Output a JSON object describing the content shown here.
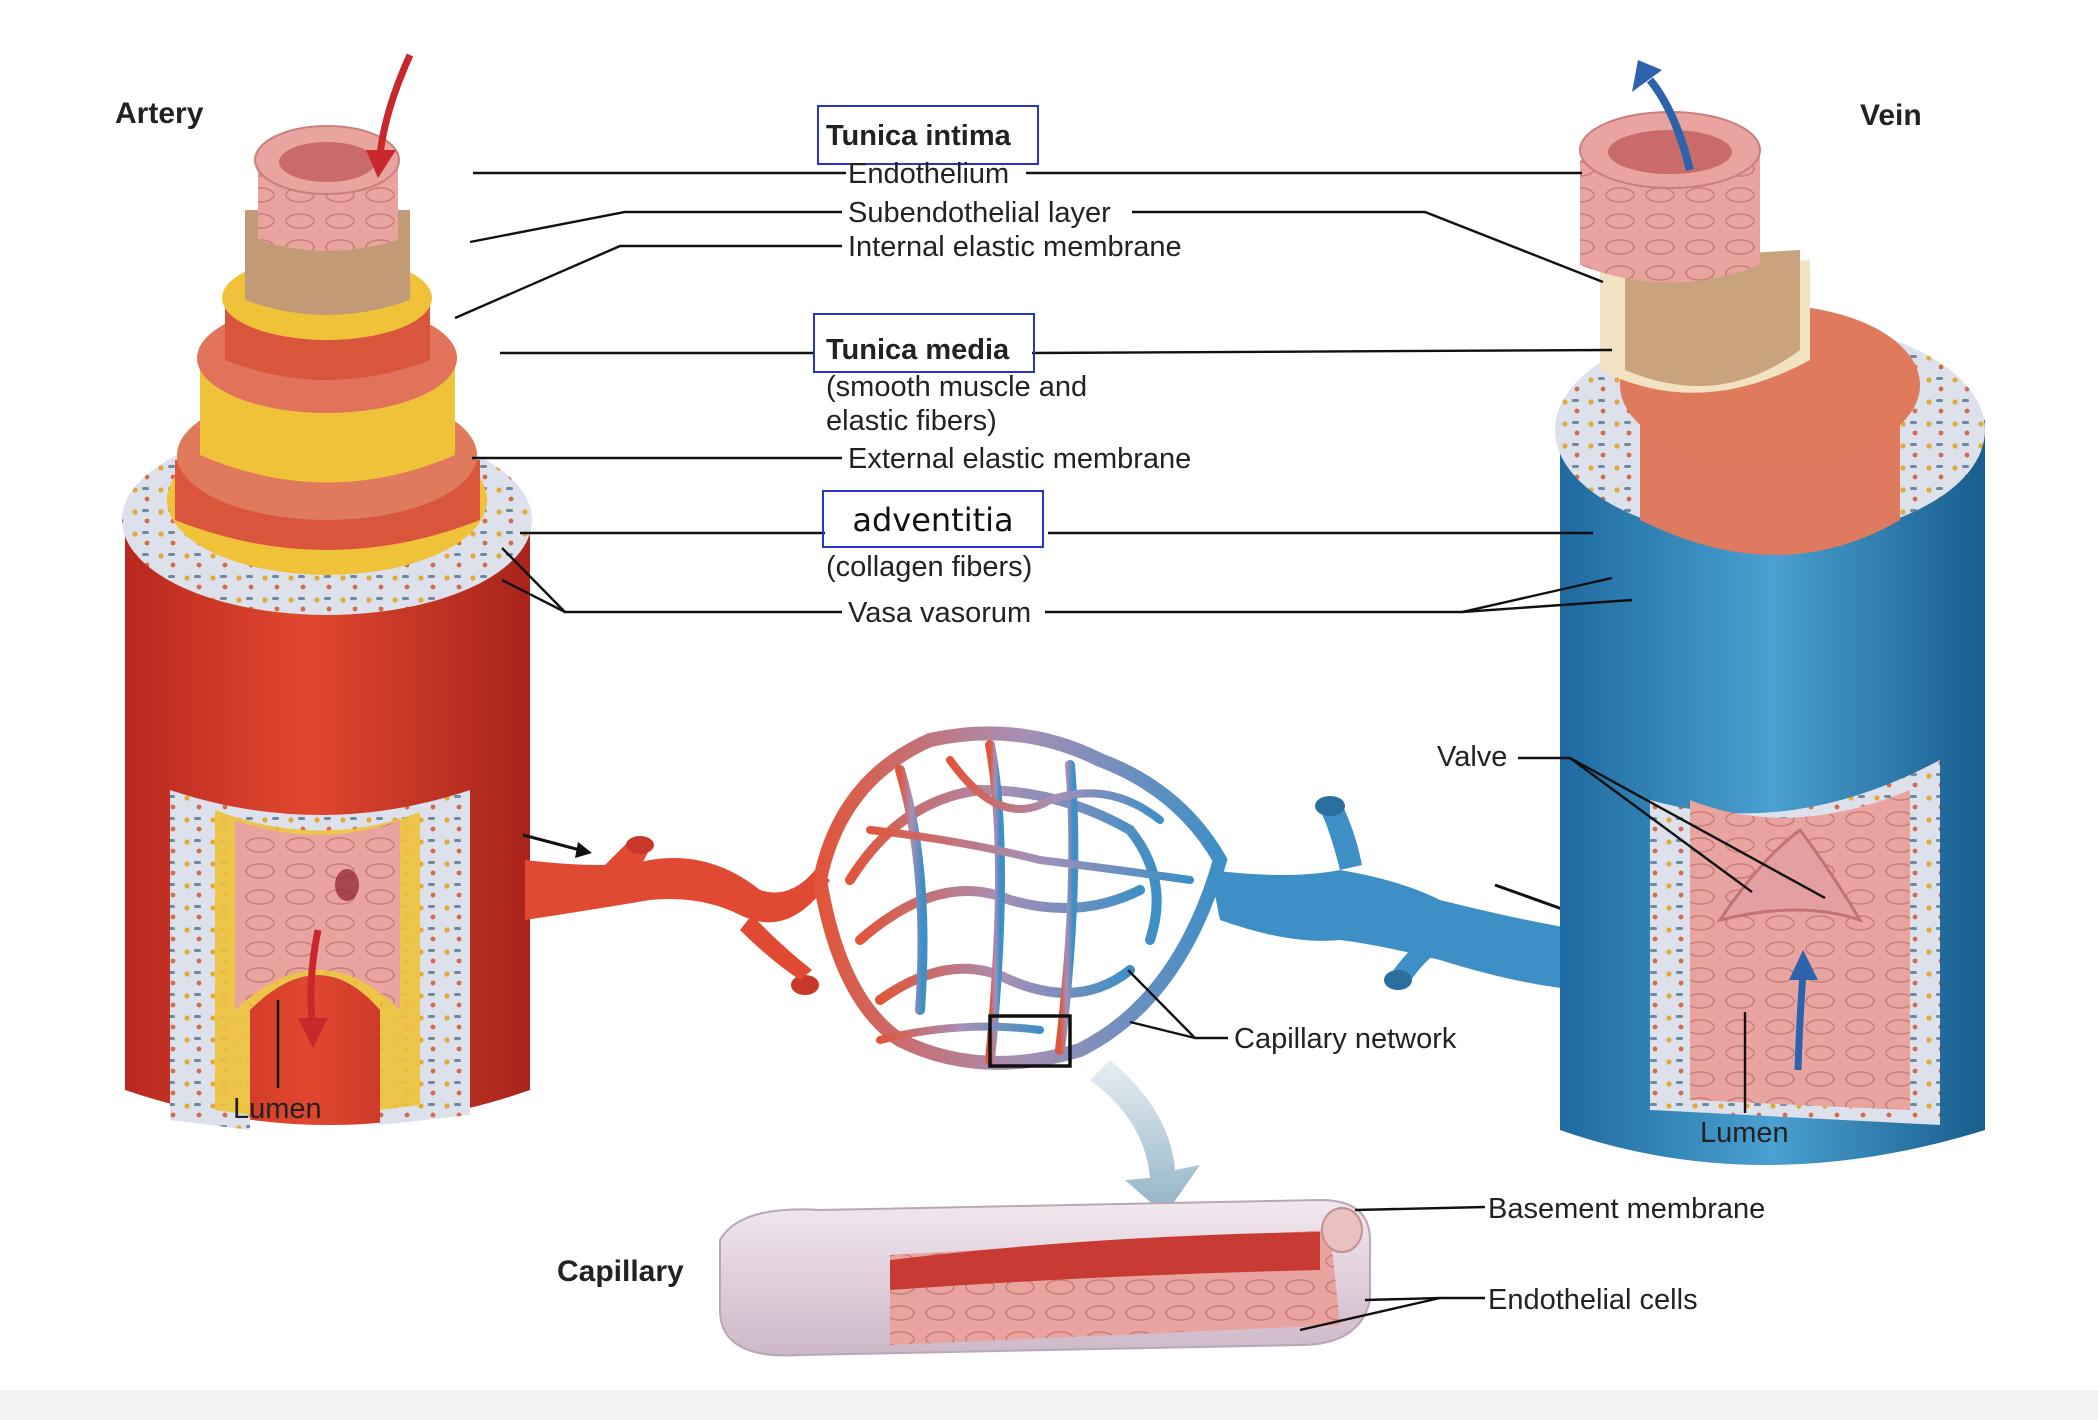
{
  "titles": {
    "artery": "Artery",
    "vein": "Vein",
    "capillary": "Capillary"
  },
  "labels": {
    "tunica_intima": "Tunica intima",
    "endothelium": "Endothelium",
    "subendothelial_layer": "Subendothelial layer",
    "internal_elastic_membrane": "Internal elastic membrane",
    "tunica_media": "Tunica media",
    "tunica_media_desc_1": "(smooth muscle and",
    "tunica_media_desc_2": "elastic fibers)",
    "external_elastic_membrane": "External elastic membrane",
    "adventitia": "adventitia",
    "adventitia_desc": "(collagen fibers)",
    "vasa_vasorum": "Vasa vasorum",
    "valve": "Valve",
    "capillary_network": "Capillary network",
    "lumen_artery": "Lumen",
    "lumen_vein": "Lumen",
    "basement_membrane": "Basement membrane",
    "endothelial_cells": "Endothelial cells"
  },
  "colors": {
    "artery": "#d63b2c",
    "artery_dark": "#b32a22",
    "vein": "#2f86bd",
    "vein_dark": "#1f6a9c",
    "intima": "#e8a3a3",
    "subendothelial": "#c29a76",
    "elastic": "#f0c23a",
    "adventitia": "#d9dde9",
    "highlight_box": "#2a35c8",
    "blood_arrow_red": "#c8282c",
    "blood_arrow_blue": "#2d62ad"
  },
  "icons": [
    "flow-arrow-icon"
  ]
}
